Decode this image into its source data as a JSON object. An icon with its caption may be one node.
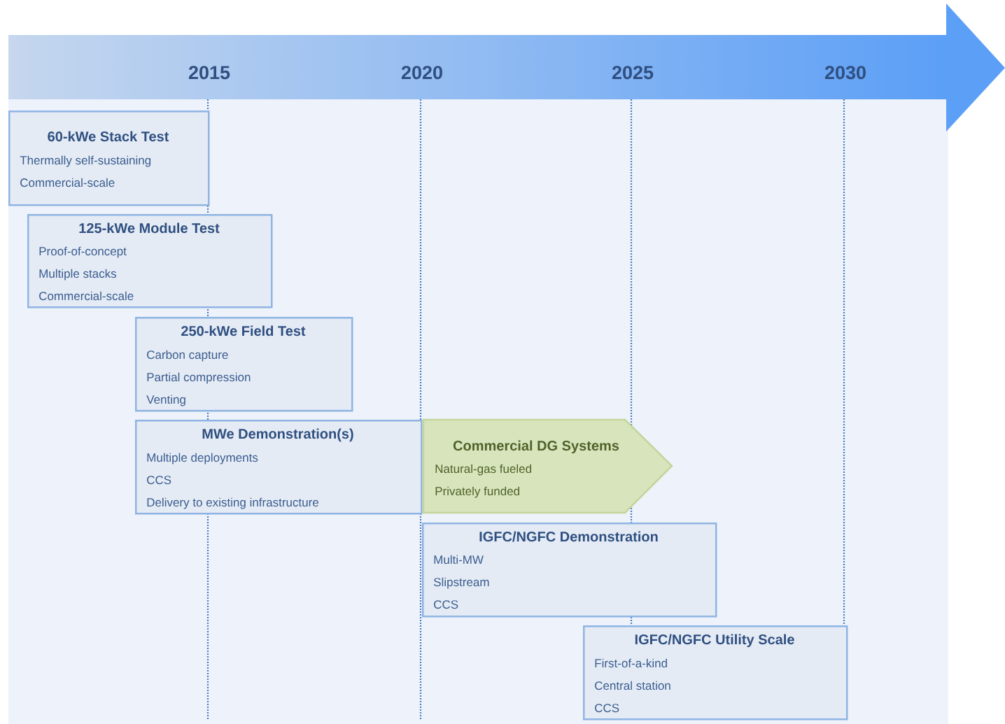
{
  "diagram": {
    "nodes": [
      {
        "text": [
          "60-kWe Stack Test",
          "Thermally self-sustaining",
          "Commercial-scale"
        ]
      },
      {
        "text": [
          "125-kWe Module Test",
          "Proof-of-concept",
          "Multiple stacks",
          "Commercial-scale"
        ]
      },
      {
        "text": [
          "250-kWe Field Test",
          "Carbon capture",
          "Partial compression",
          "Venting"
        ]
      },
      {
        "text": [
          "MWe Demonstration(s)",
          "Multiple deployments",
          "CCS",
          "Delivery to existing infrastructure"
        ]
      },
      {
        "text": [
          "Commercial DG Systems",
          "Natural-gas fueled",
          "Privately funded"
        ]
      },
      {
        "text": [
          "IGFC/NGFC Demonstration",
          "Multi-MW",
          "Slipstream",
          "CCS"
        ]
      },
      {
        "text": [
          "IGFC/NGFC Utility Scale",
          "First-of-a-kind",
          "Central station",
          "CCS"
        ]
      }
    ],
    "edges": [],
    "labels": [
      "2015",
      "2020",
      "2025",
      "2030"
    ]
  }
}
